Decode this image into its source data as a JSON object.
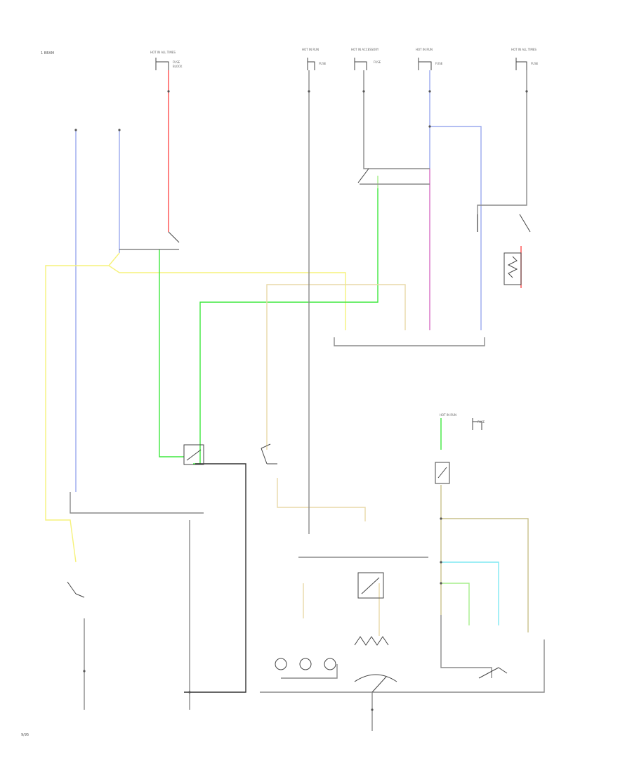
{
  "corner_top_left": "1 BEAM",
  "corner_bottom_left": "9/95",
  "fuse_labels": [
    "HOT IN ALL TIMES",
    "HOT IN RUN",
    "HOT IN ACCESSORY",
    "HOT IN RUN",
    "HOT IN ALL TIMES",
    "HOT IN RUN"
  ],
  "wire_colors": {
    "red": "#ff4d4d",
    "blue": "#9aa8ee",
    "yellow": "#f6f27a",
    "green": "#3ee83e",
    "tan": "#e8d9a8",
    "light_green": "#a6ee8a",
    "violet": "#d76fc5",
    "cyan": "#7fe8f2",
    "olive": "#c9c08a",
    "gray": "#8a8a8a",
    "dark": "#333333"
  }
}
